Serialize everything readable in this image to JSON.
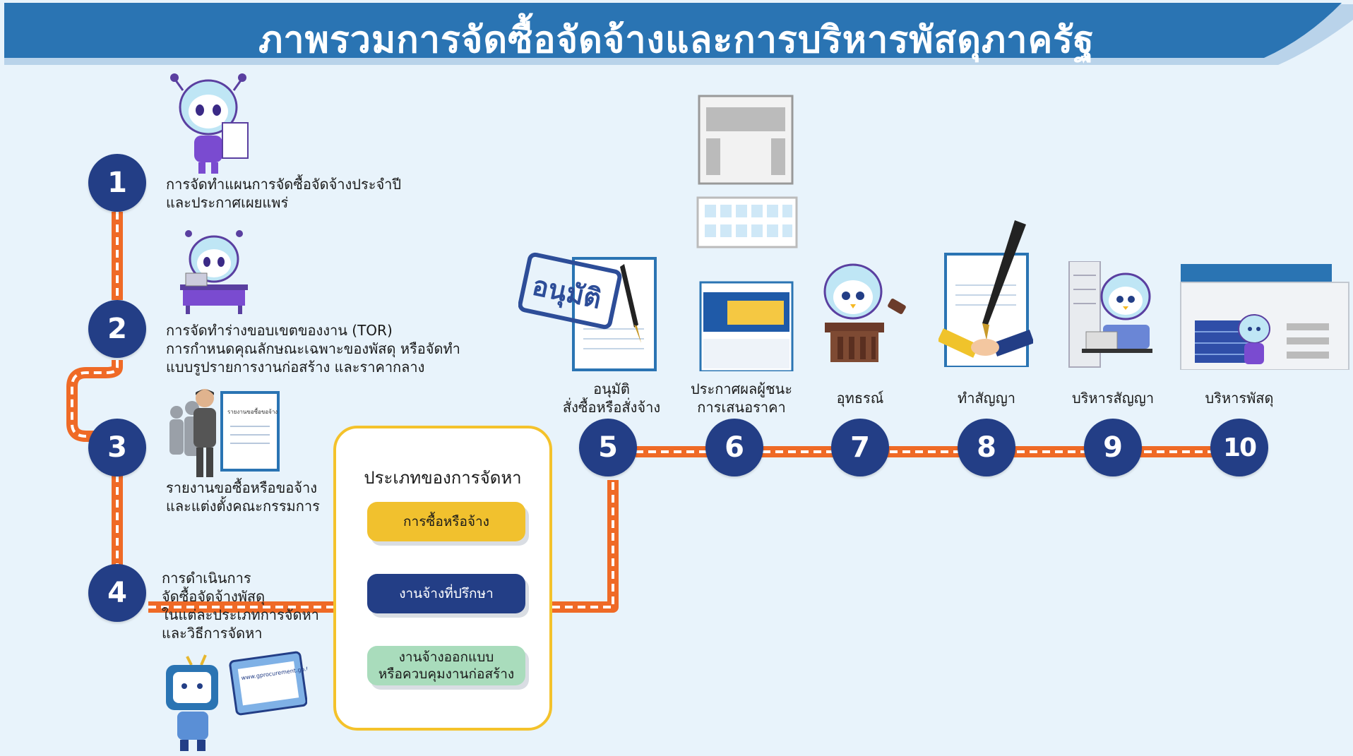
{
  "header": {
    "title": "ภาพรวมการจัดซื้อจัดจ้างและการบริหารพัสดุภาครัฐ"
  },
  "colors": {
    "banner": "#2a74b3",
    "circle": "#233e86",
    "connector": "#ef6a26",
    "panel_border": "#f4c22b",
    "background": "#e8f3fb"
  },
  "steps": [
    {
      "number": "1",
      "label": "การจัดทำแผนการจัดซื้อจัดจ้างประจำปี\nและประกาศเผยแพร่"
    },
    {
      "number": "2",
      "label": "การจัดทำร่างขอบเขตของงาน (TOR)\nการกำหนดคุณลักษณะเฉพาะของพัสดุ หรือจัดทำ\nแบบรูปรายการงานก่อสร้าง และราคากลาง"
    },
    {
      "number": "3",
      "label": "รายงานขอซื้อหรือขอจ้าง\nและแต่งตั้งคณะกรรมการ"
    },
    {
      "number": "4",
      "label": "การดำเนินการ\nจัดซื้อจัดจ้างพัสดุ\nในแต่ละประเภทการจัดหา\nและวิธีการจัดหา"
    },
    {
      "number": "5",
      "label": "อนุมัติ\nสั่งซื้อหรือสั่งจ้าง"
    },
    {
      "number": "6",
      "label": "ประกาศผลผู้ชนะ\nการเสนอราคา"
    },
    {
      "number": "7",
      "label": "อุทธรณ์"
    },
    {
      "number": "8",
      "label": "ทำสัญญา"
    },
    {
      "number": "9",
      "label": "บริหารสัญญา"
    },
    {
      "number": "10",
      "label": "บริหารพัสดุ"
    }
  ],
  "procurement_types": {
    "title": "ประเภทของการจัดหา",
    "items": [
      "การซื้อหรือจ้าง",
      "งานจ้างที่ปรึกษา",
      "งานจ้างออกแบบ\nหรือควบคุมงานก่อสร้าง"
    ]
  },
  "illustrations": {
    "approve_stamp": "อนุมัติ",
    "report_doc": "รายงานขอซื้อขอจ้าง",
    "website": "www.gprocurement.go.th"
  }
}
